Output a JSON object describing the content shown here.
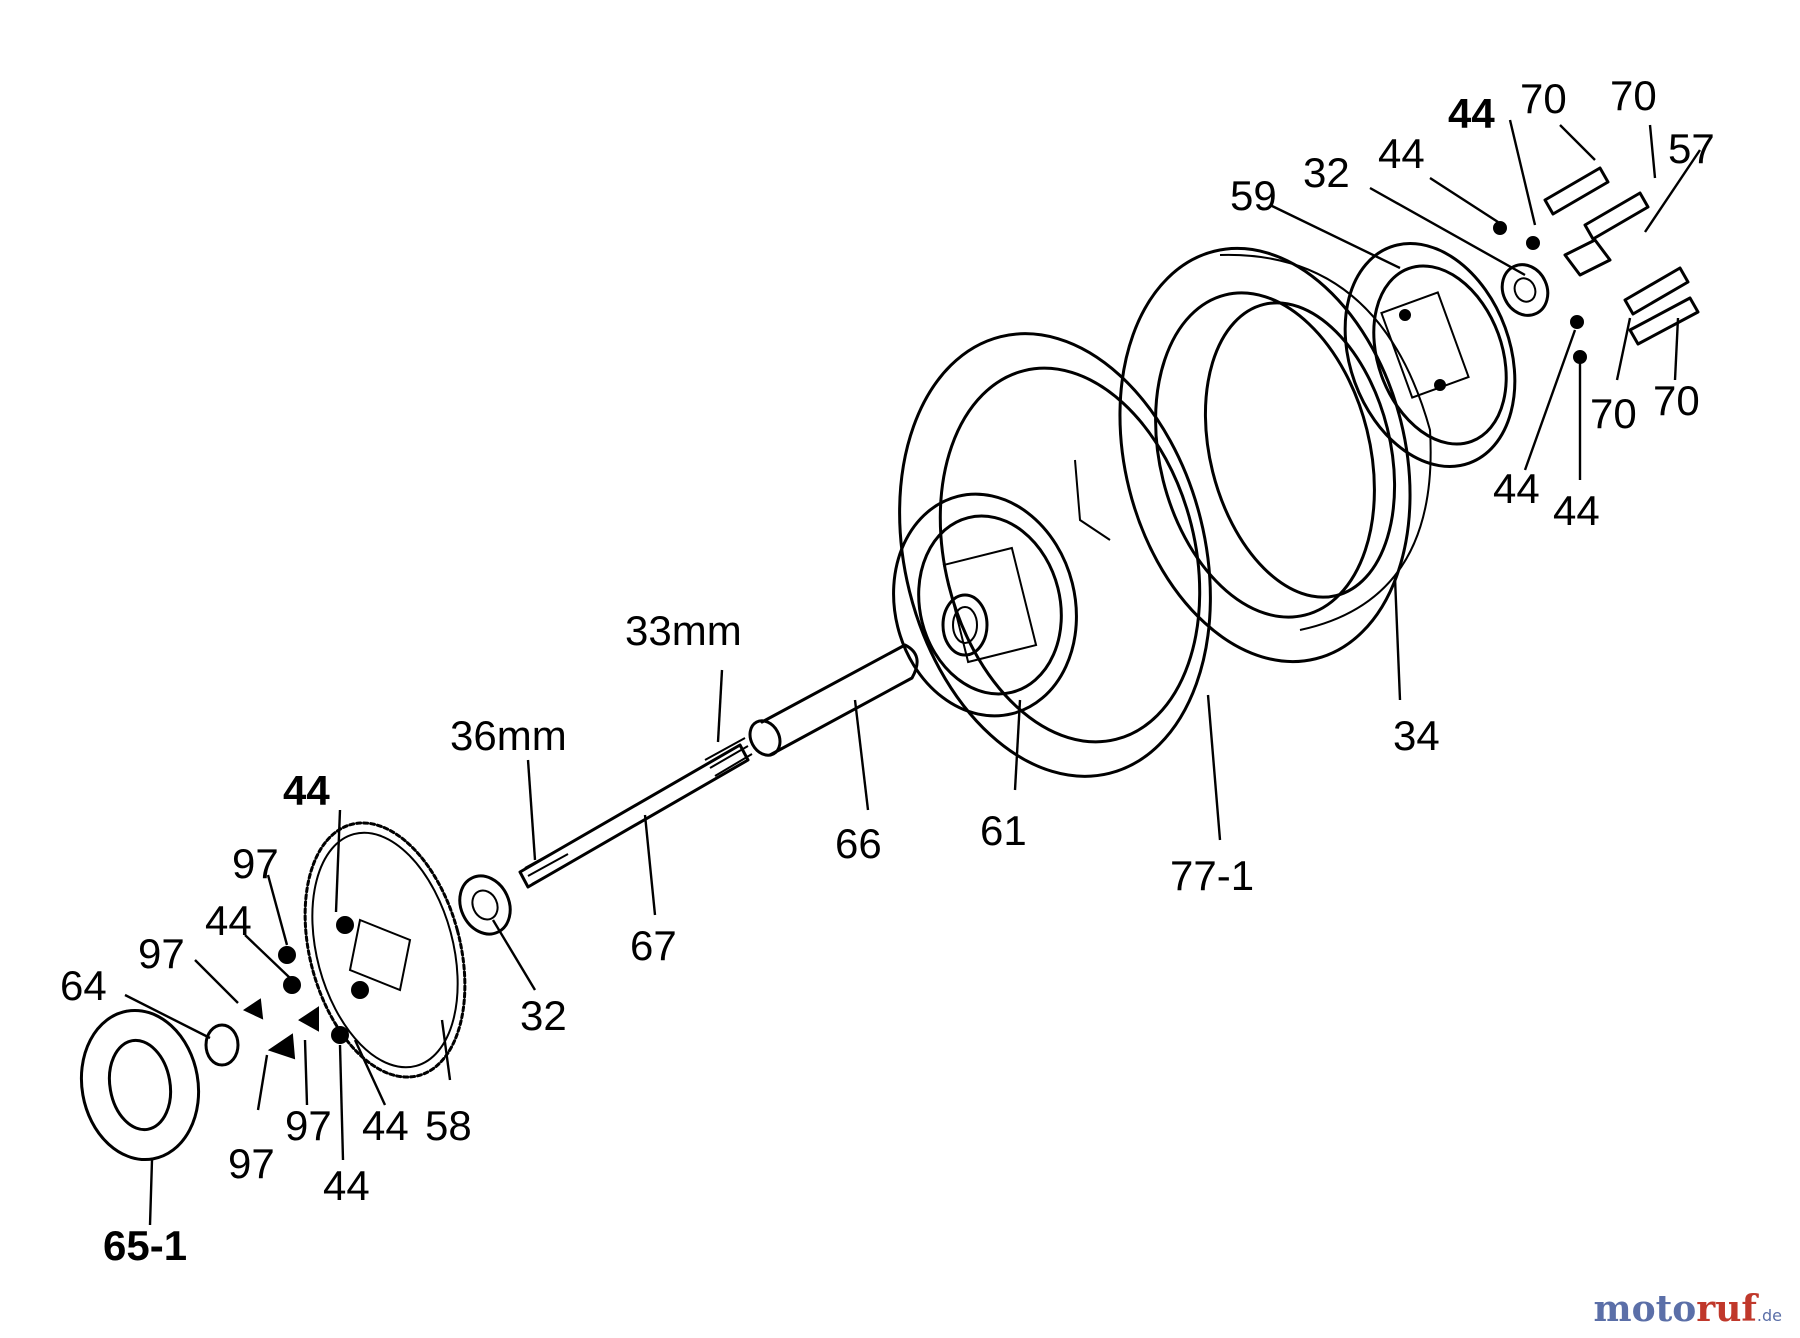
{
  "diagram": {
    "labels": {
      "l_44_top_bold": "44",
      "l_70_a": "70",
      "l_70_b": "70",
      "l_57": "57",
      "l_44_top": "44",
      "l_32_top": "32",
      "l_59": "59",
      "l_70_c": "70",
      "l_70_d": "70",
      "l_44_r1": "44",
      "l_44_r2": "44",
      "l_34": "34",
      "l_77_1": "77-1",
      "l_61": "61",
      "l_66": "66",
      "l_33mm": "33mm",
      "l_36mm": "36mm",
      "l_67": "67",
      "l_32_bottom": "32",
      "l_58": "58",
      "l_44_sprocket_bold": "44",
      "l_97_a": "97",
      "l_44_l1": "44",
      "l_97_b": "97",
      "l_64": "64",
      "l_97_c": "97",
      "l_97_d": "97",
      "l_44_l2": "44",
      "l_44_l3": "44",
      "l_65_1": "65-1"
    }
  },
  "watermark": {
    "brand_main": "moto",
    "brand_accent": "ruf",
    "brand_suffix": ".de"
  }
}
